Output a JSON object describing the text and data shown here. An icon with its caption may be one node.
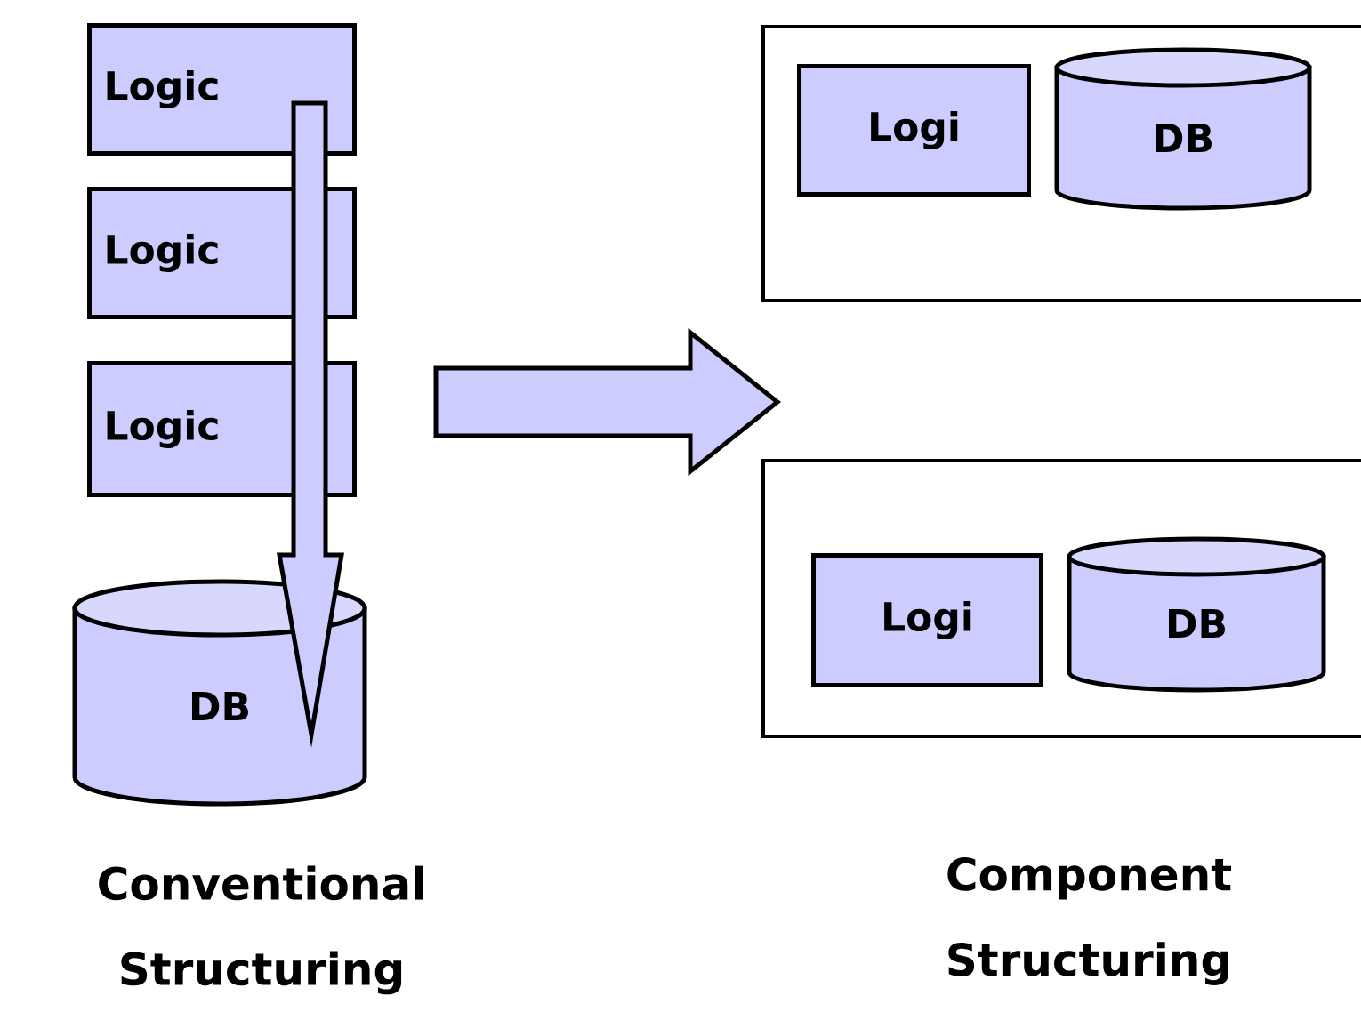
{
  "diagram": {
    "nodes": [
      {
        "text": [
          "Logic"
        ]
      },
      {
        "text": [
          "Logic"
        ]
      },
      {
        "text": [
          "Logic"
        ]
      },
      {
        "text": [
          "DB"
        ]
      },
      {
        "text": [],
        "shape": "box"
      },
      {
        "text": [
          "Logi"
        ],
        "in": 4
      },
      {
        "text": [
          "DB"
        ],
        "in": 4
      },
      {
        "text": [],
        "shape": "box"
      },
      {
        "text": [
          "Logi"
        ],
        "in": 7
      },
      {
        "text": [
          "DB"
        ],
        "in": 7
      }
    ],
    "edges": [
      {
        "from": 0,
        "to": 3,
        "arrow": "to"
      }
    ],
    "labels": [
      "Conventional Structuring",
      "Component Structuring"
    ]
  }
}
